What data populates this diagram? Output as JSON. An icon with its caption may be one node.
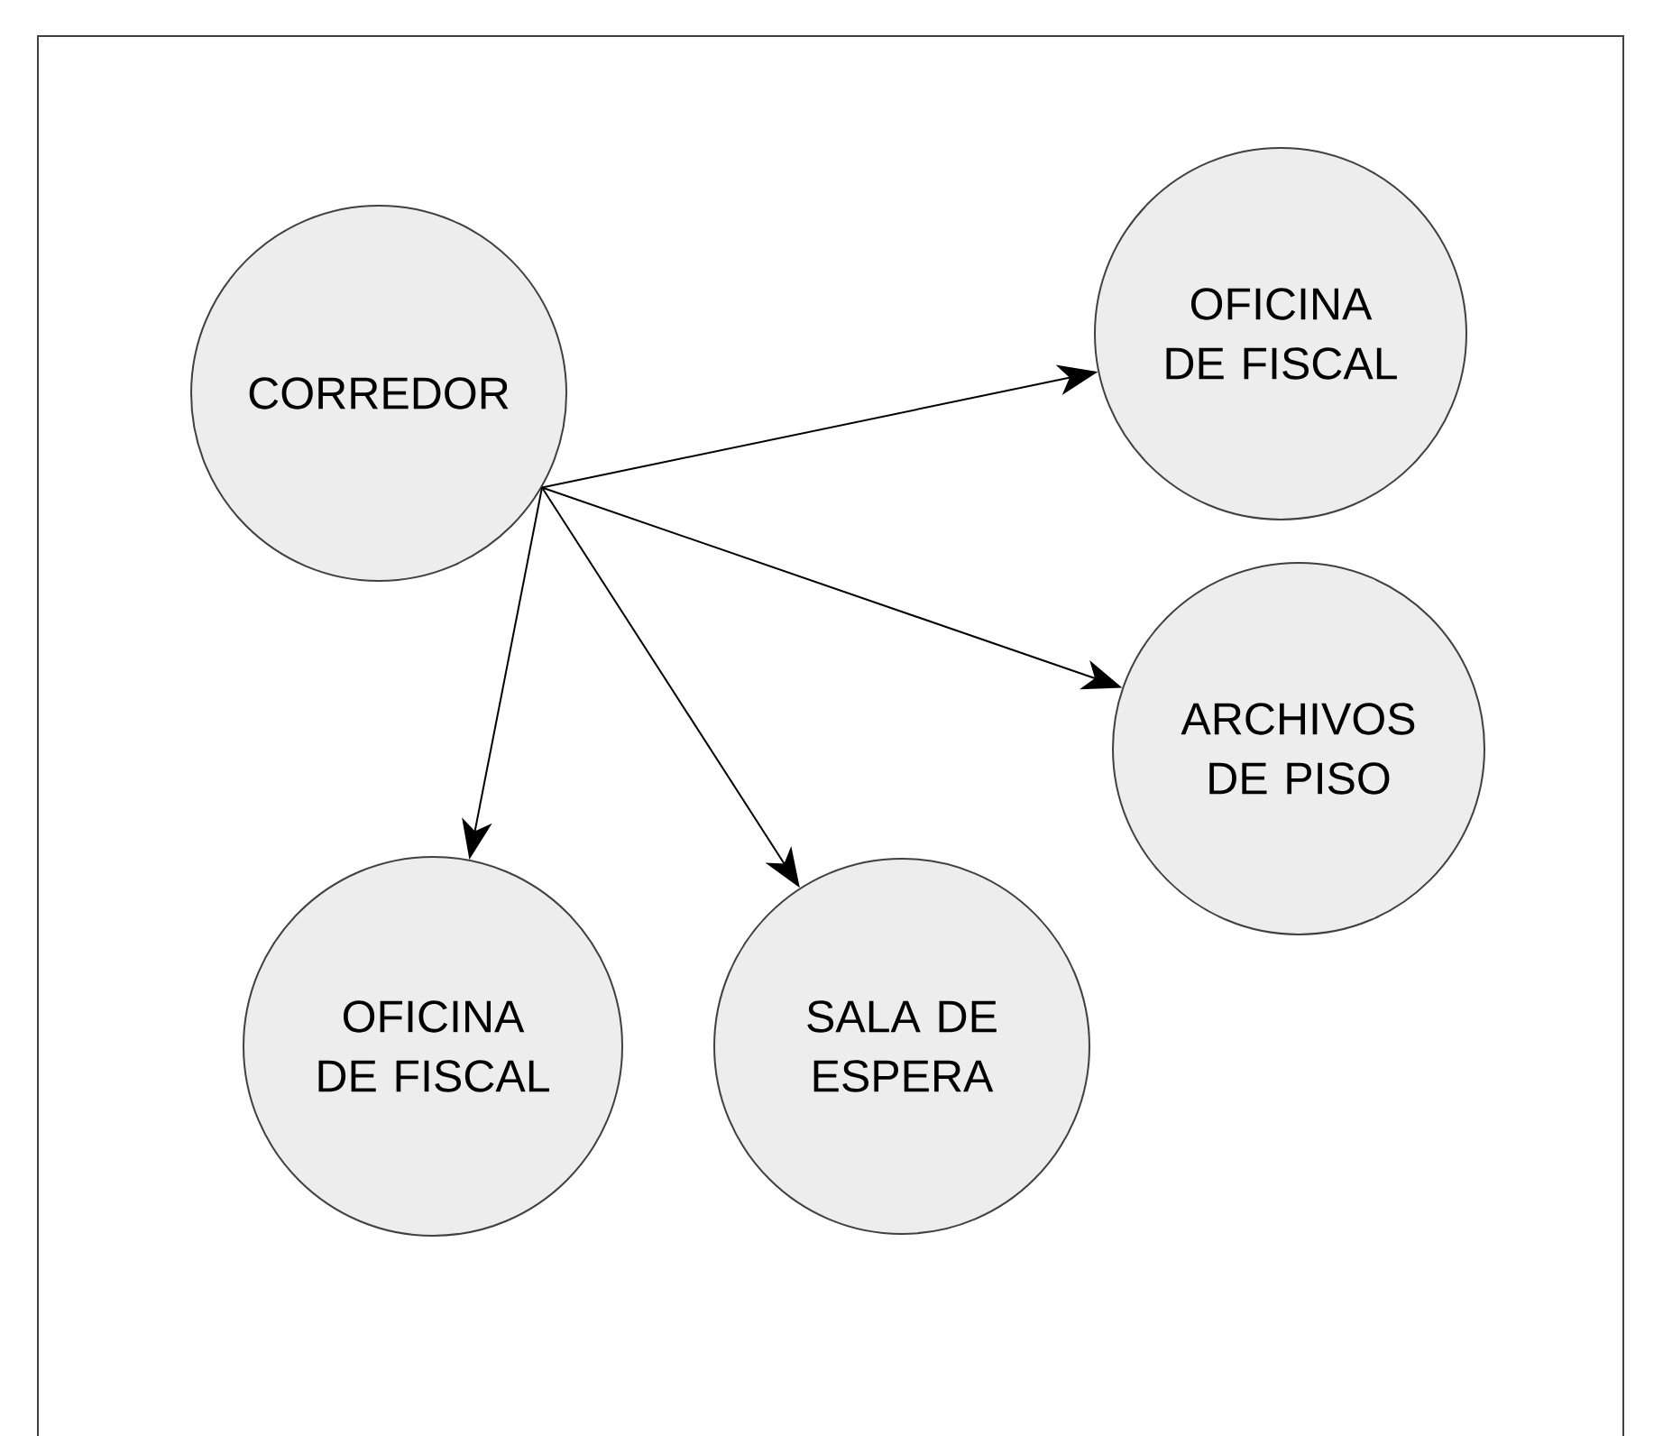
{
  "diagram": {
    "nodes": [
      {
        "text": [
          "CORREDOR"
        ]
      },
      {
        "text": [
          "OFICINA DE FISCAL"
        ]
      },
      {
        "text": [
          "ARCHIVOS DE PISO"
        ]
      },
      {
        "text": [
          "OFICINA DE FISCAL"
        ]
      },
      {
        "text": [
          "SALA DE ESPERA"
        ]
      }
    ],
    "edges": [
      {
        "from": 0,
        "to": 1,
        "arrow": "to"
      },
      {
        "from": 0,
        "to": 2,
        "arrow": "to"
      },
      {
        "from": 0,
        "to": 3,
        "arrow": "to"
      },
      {
        "from": 0,
        "to": 4,
        "arrow": "to"
      }
    ]
  }
}
